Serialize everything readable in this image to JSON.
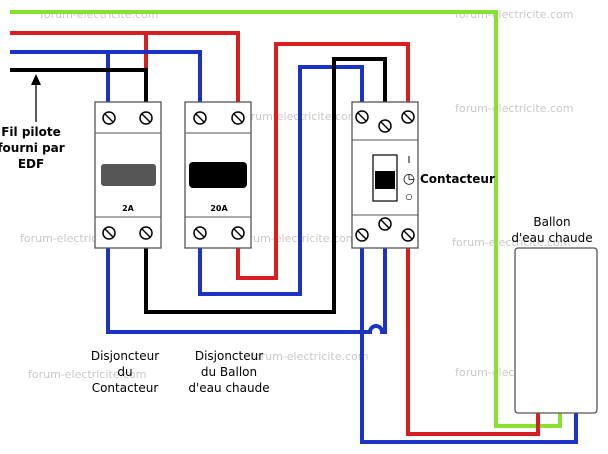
{
  "labels": {
    "fil_pilote_1": "Fil pilote",
    "fil_pilote_2": "fourni par",
    "fil_pilote_3": "EDF",
    "contacteur": "Contacteur",
    "ballon_1": "Ballon",
    "ballon_2": "d'eau chaude",
    "disj1_1": "Disjoncteur",
    "disj1_2": "du",
    "disj1_3": "Contacteur",
    "disj2_1": "Disjoncteur",
    "disj2_2": "du Ballon",
    "disj2_3": "d'eau chaude"
  },
  "breakers": [
    {
      "rating": "2A"
    },
    {
      "rating": "20A"
    }
  ],
  "contactor_marks": {
    "on": "I",
    "auto": "◷",
    "off": "○"
  },
  "watermark": "forum-electricite.com",
  "wire_colors": {
    "phase": "#d81e1e",
    "neutral": "#1a33c4",
    "pilot": "#000000",
    "earth": "#88e030"
  }
}
